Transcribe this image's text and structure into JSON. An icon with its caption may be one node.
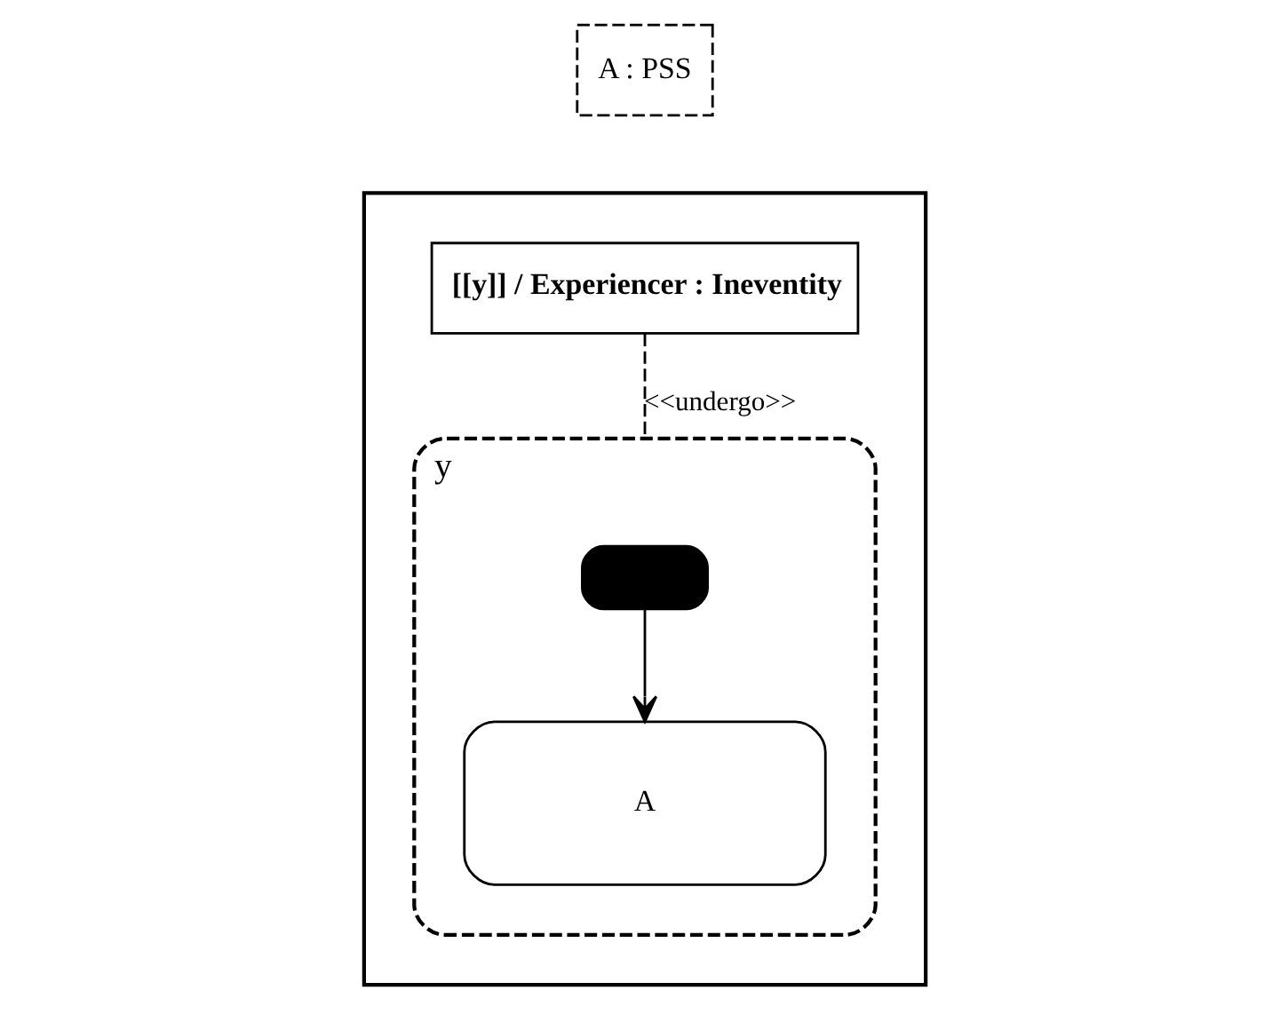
{
  "diagram": {
    "nodes": [
      {
        "text": [],
        "shape": "octagon"
      },
      {
        "text": [
          "A : PSS"
        ]
      },
      {
        "text": [
          "[[y]] / Experiencer : Ineventity"
        ],
        "in": 0
      },
      {
        "text": [
          "y"
        ],
        "in": 0
      },
      {
        "text": [],
        "shape": "box",
        "in": 3
      },
      {
        "text": [
          "A"
        ],
        "in": 3
      }
    ],
    "edges": [
      {
        "from": 2,
        "to": 3,
        "arrow": "none",
        "style": "dashed",
        "label": "<<undergo>>"
      },
      {
        "from": 4,
        "to": 5,
        "arrow": "to"
      }
    ]
  }
}
